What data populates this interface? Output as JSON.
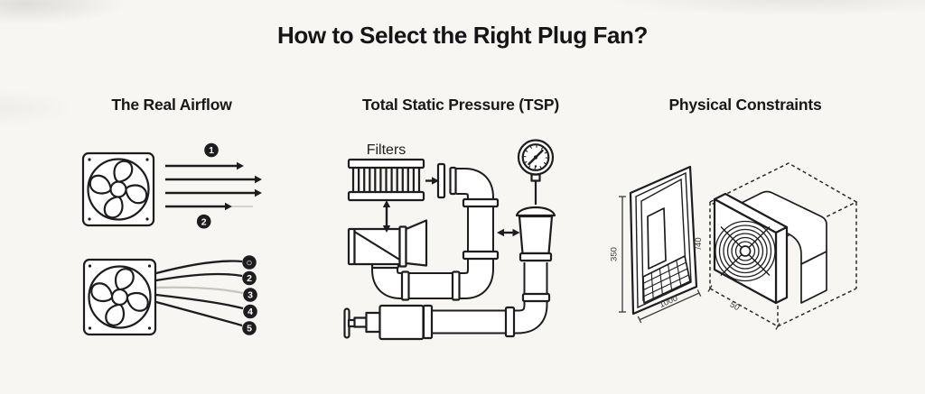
{
  "title": "How to Select the Right Plug Fan?",
  "colors": {
    "background": "#f8f6f2",
    "line_art_ink": "#1d1d1f",
    "badge_fill": "#1d1d1f",
    "badge_text": "#ffffff",
    "faded_line": "#c8c5c1"
  },
  "panels": {
    "airflow": {
      "heading": "The Real Airflow",
      "straight_arrow_badges": [
        "1",
        "2"
      ],
      "spread_line_badges": [
        "○",
        "2",
        "3",
        "4",
        "5"
      ]
    },
    "tsp": {
      "heading": "Total Static Pressure (TSP)",
      "filters_label": "Filters"
    },
    "physical": {
      "heading": "Physical Constraints",
      "dimensions": {
        "opening_height": "350",
        "opening_width": "1000",
        "fan_height": "/40",
        "fan_depth": "50"
      }
    }
  }
}
